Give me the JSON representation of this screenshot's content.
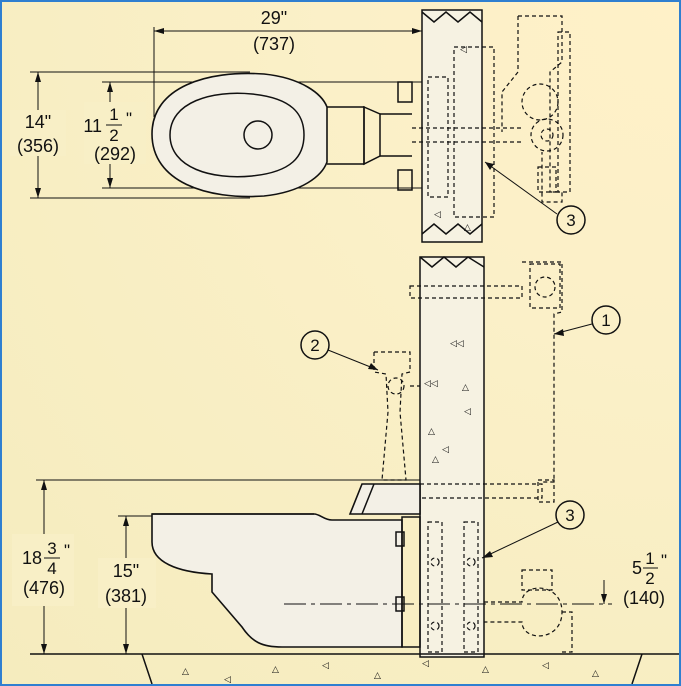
{
  "plan_view": {
    "width": {
      "imperial": "29\"",
      "metric": "(737)"
    },
    "depth": {
      "imperial": "14\"",
      "metric": "(356)"
    },
    "bowl": {
      "whole": "11",
      "num": "1",
      "den": "2",
      "inch": "\"",
      "metric": "(292)"
    }
  },
  "elevation_view": {
    "rim": {
      "whole": "18",
      "num": "3",
      "den": "4",
      "inch": "\"",
      "metric": "(476)"
    },
    "seat": {
      "imperial": "15\"",
      "metric": "(381)"
    },
    "outlet": {
      "whole": "5",
      "num": "1",
      "den": "2",
      "inch": "\"",
      "metric": "(140)"
    }
  },
  "callouts": [
    "1",
    "2",
    "3",
    "3"
  ],
  "colors": {
    "frame": "#2f7fd0",
    "background": "#f8efc6",
    "line": "#111111"
  }
}
